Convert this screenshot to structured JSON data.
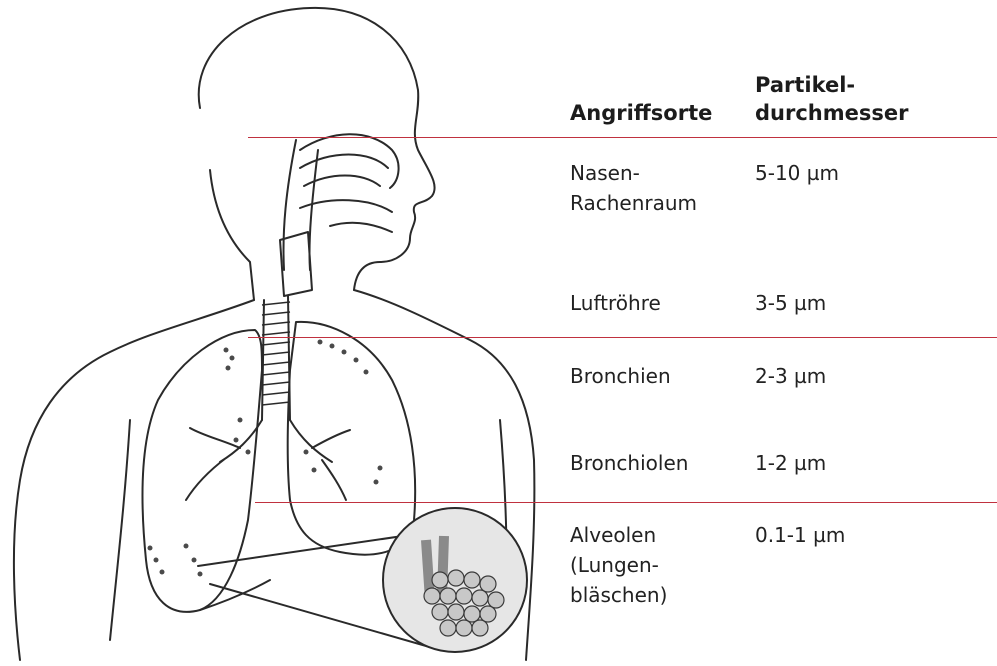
{
  "colors": {
    "separator": "#c0313f",
    "outline": "#2a2a2a",
    "text": "#222222",
    "particles": "#4a4a4a",
    "magnifier_fill": "#e6e6e6"
  },
  "header": {
    "location": "Angriffsorte",
    "diameter_line1": "Partikel-",
    "diameter_line2": "durchmesser"
  },
  "rows": [
    {
      "location_line1": "Nasen-",
      "location_line2": "Rachenraum",
      "location_line3": "",
      "diameter": "5-10 µm"
    },
    {
      "location_line1": "Luftröhre",
      "location_line2": "",
      "location_line3": "",
      "diameter": "3-5 µm"
    },
    {
      "location_line1": "Bronchien",
      "location_line2": "",
      "location_line3": "",
      "diameter": "2-3 µm"
    },
    {
      "location_line1": "Bronchiolen",
      "location_line2": "",
      "location_line3": "",
      "diameter": "1-2 µm"
    },
    {
      "location_line1": "Alveolen",
      "location_line2": "(Lungen-",
      "location_line3": "bläschen)",
      "diameter": "0.1-1 µm"
    }
  ],
  "illustration": {
    "subject": "human-respiratory-system-outline",
    "detail": "alveoli-magnifier-icon"
  }
}
